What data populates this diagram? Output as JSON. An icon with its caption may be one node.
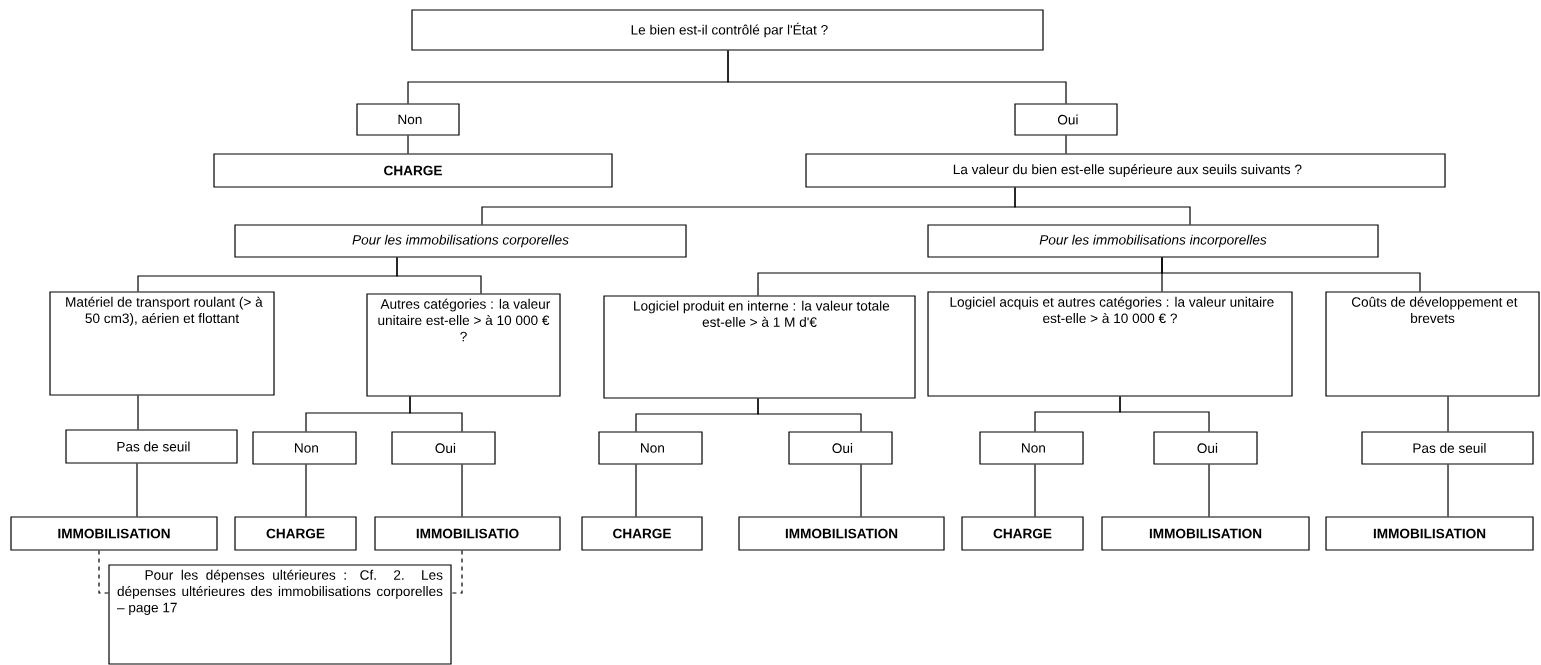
{
  "diagram": {
    "nodes": [
      {
        "text": [
          "Le bien est-il contrôlé par l'État ?"
        ]
      },
      {
        "text": [
          "Non"
        ]
      },
      {
        "text": [
          "Oui"
        ]
      },
      {
        "text": [
          "CHARGE"
        ]
      },
      {
        "text": [
          "La valeur du bien est-elle supérieure aux seuils suivants ?"
        ]
      },
      {
        "text": [
          "Pour les immobilisations corporelles"
        ]
      },
      {
        "text": [
          "Pour les immobilisations incorporelles"
        ]
      },
      {
        "text": [
          "Matériel de transport roulant (> à 50 cm3), aérien et flottant"
        ]
      },
      {
        "text": [
          "Autres catégories : la valeur unitaire est-elle > à 10 000 € ?"
        ]
      },
      {
        "text": [
          "Logiciel produit en interne : la valeur totale est-elle > à 1 M d'€"
        ]
      },
      {
        "text": [
          "Logiciel acquis et autres catégories : la valeur unitaire est-elle > à 10 000 € ?"
        ]
      },
      {
        "text": [
          "Coûts de développement et brevets"
        ]
      },
      {
        "text": [
          "Pas de seuil"
        ]
      },
      {
        "text": [
          "Non"
        ]
      },
      {
        "text": [
          "Oui"
        ]
      },
      {
        "text": [
          "Non"
        ]
      },
      {
        "text": [
          "Oui"
        ]
      },
      {
        "text": [
          "Non"
        ]
      },
      {
        "text": [
          "Oui"
        ]
      },
      {
        "text": [
          "Pas de seuil"
        ]
      },
      {
        "text": [
          "IMMOBILISATION"
        ]
      },
      {
        "text": [
          "CHARGE"
        ]
      },
      {
        "text": [
          "IMMOBILISATIO"
        ]
      },
      {
        "text": [
          "CHARGE"
        ]
      },
      {
        "text": [
          "IMMOBILISATION"
        ]
      },
      {
        "text": [
          "CHARGE"
        ]
      },
      {
        "text": [
          "IMMOBILISATION"
        ]
      },
      {
        "text": [
          "IMMOBILISATION"
        ]
      },
      {
        "text": [
          "Pour les dépenses ultérieures : Cf. 2. Les dépenses ultérieures des immobilisations corporelles – page 17"
        ]
      }
    ],
    "edges": [
      {
        "from": 0,
        "to": 1,
        "arrow": "none"
      },
      {
        "from": 0,
        "to": 2,
        "arrow": "none"
      },
      {
        "from": 1,
        "to": 3,
        "arrow": "none"
      },
      {
        "from": 2,
        "to": 4,
        "arrow": "none"
      },
      {
        "from": 4,
        "to": 5,
        "arrow": "none"
      },
      {
        "from": 4,
        "to": 6,
        "arrow": "none"
      },
      {
        "from": 5,
        "to": 7,
        "arrow": "none"
      },
      {
        "from": 5,
        "to": 8,
        "arrow": "none"
      },
      {
        "from": 6,
        "to": 9,
        "arrow": "none"
      },
      {
        "from": 6,
        "to": 10,
        "arrow": "none"
      },
      {
        "from": 6,
        "to": 11,
        "arrow": "none"
      },
      {
        "from": 7,
        "to": 12,
        "arrow": "none"
      },
      {
        "from": 8,
        "to": 13,
        "arrow": "none"
      },
      {
        "from": 8,
        "to": 14,
        "arrow": "none"
      },
      {
        "from": 9,
        "to": 15,
        "arrow": "none"
      },
      {
        "from": 9,
        "to": 16,
        "arrow": "none"
      },
      {
        "from": 10,
        "to": 17,
        "arrow": "none"
      },
      {
        "from": 10,
        "to": 18,
        "arrow": "none"
      },
      {
        "from": 11,
        "to": 19,
        "arrow": "none"
      },
      {
        "from": 12,
        "to": 20,
        "arrow": "none"
      },
      {
        "from": 13,
        "to": 21,
        "arrow": "none"
      },
      {
        "from": 14,
        "to": 22,
        "arrow": "none"
      },
      {
        "from": 15,
        "to": 23,
        "arrow": "none"
      },
      {
        "from": 16,
        "to": 24,
        "arrow": "none"
      },
      {
        "from": 17,
        "to": 25,
        "arrow": "none"
      },
      {
        "from": 18,
        "to": 26,
        "arrow": "none"
      },
      {
        "from": 19,
        "to": 27,
        "arrow": "none"
      },
      {
        "from": 20,
        "to": 28,
        "arrow": "none",
        "style": "dashed"
      },
      {
        "from": 22,
        "to": 28,
        "arrow": "none",
        "style": "dashed"
      }
    ]
  }
}
